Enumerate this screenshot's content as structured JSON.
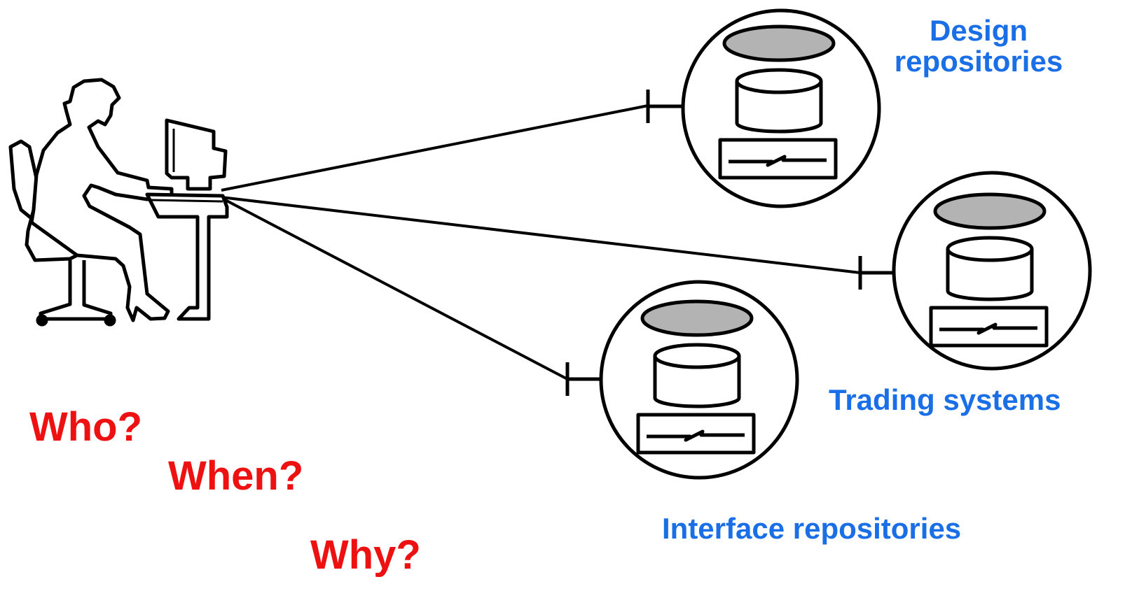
{
  "repositories": {
    "design": {
      "line1": "Design",
      "line2": "repositories"
    },
    "trading": {
      "label": "Trading systems"
    },
    "interface": {
      "label": "Interface repositories"
    }
  },
  "questions": {
    "who": "Who?",
    "when": "When?",
    "why": "Why?"
  },
  "colors": {
    "label_blue": "#1a6ee6",
    "question_red": "#ee1111",
    "stroke": "#000000",
    "disk_fill": "#b3b3b3"
  },
  "icons": {
    "user": "person-at-workstation-icon",
    "repository": "repository-node-icon"
  }
}
